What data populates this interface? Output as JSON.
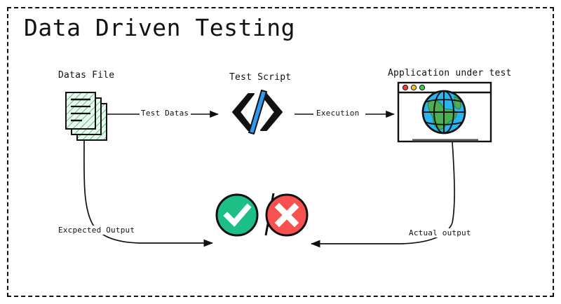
{
  "diagram": {
    "title": "Data Driven Testing",
    "border_style": "dashed",
    "border_color": "#111111",
    "background": "#ffffff"
  },
  "nodes": [
    {
      "id": "datas-file",
      "label": "Datas File",
      "icon": "stacked-documents-icon",
      "fill": "#e8f6ec",
      "hatch_color": "#3fbf6a"
    },
    {
      "id": "test-script",
      "label": "Test Script",
      "icon": "code-brackets-icon",
      "bracket_color": "#111111",
      "slash_color": "#2e9bf0"
    },
    {
      "id": "application-under-test",
      "label": "Application under test",
      "icon": "browser-window-globe-icon",
      "titlebar_dots": [
        "#ec3d3d",
        "#f5c21b",
        "#35cc4b"
      ],
      "globe_water": "#29b6f0",
      "globe_land": "#4caf50"
    },
    {
      "id": "comparison-result",
      "label": "",
      "icon": "check-cross-icon",
      "pass_color": "#1dbf87",
      "fail_color": "#f9514f",
      "mark_color": "#ffffff"
    }
  ],
  "edges": [
    {
      "id": "edge-test-datas",
      "label": "Test Datas",
      "from": "datas-file",
      "to": "test-script"
    },
    {
      "id": "edge-execution",
      "label": "Execution",
      "from": "test-script",
      "to": "application-under-test"
    },
    {
      "id": "edge-expected-output",
      "label": "Excpected Output",
      "from": "datas-file",
      "to": "comparison-result"
    },
    {
      "id": "edge-actual-output",
      "label": "Actual output",
      "from": "application-under-test",
      "to": "comparison-result"
    }
  ],
  "colors": {
    "ink": "#111111",
    "blue": "#2e9bf0",
    "green": "#1dbf87",
    "red": "#f9514f",
    "globe_water": "#29b6f0",
    "globe_land": "#4caf50",
    "doc_fill": "#e8f6ec",
    "doc_hatch": "#3fbf6a"
  }
}
